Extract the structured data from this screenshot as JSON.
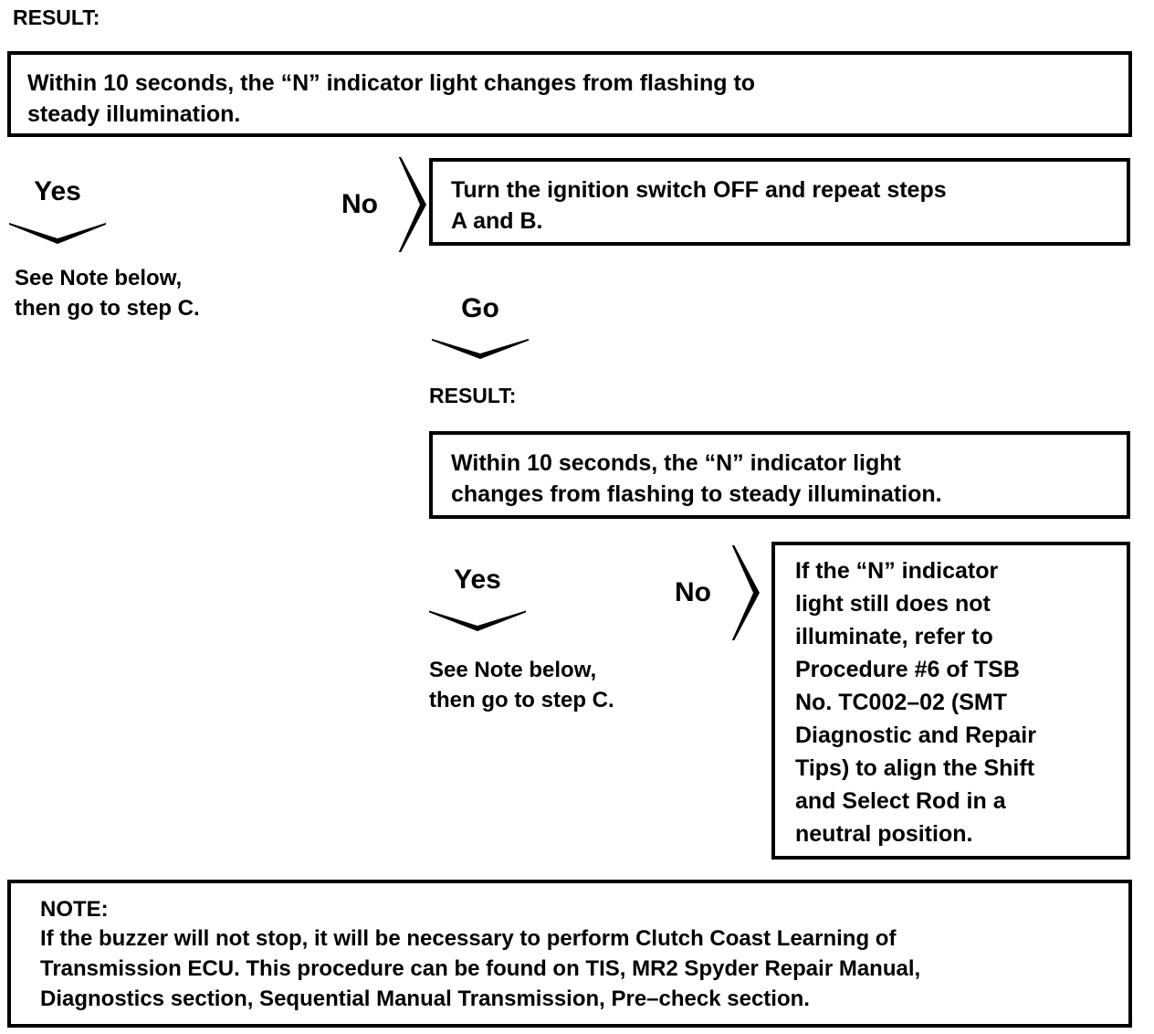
{
  "document": {
    "kind": "diagnostic-flowchart",
    "ink_color": "#000000",
    "paper_color": "#ffffff"
  },
  "step1": {
    "result_label": "RESULT:",
    "result_box_text": "Within 10 seconds, the “N” indicator light changes from flashing to\nsteady illumination.",
    "yes_flag": "Yes",
    "yes_caption": "See Note below,\nthen go to step C.",
    "no_flag": "No",
    "no_box_text": "Turn the ignition switch OFF and repeat steps\nA and B."
  },
  "step2": {
    "go_flag": "Go",
    "result_label": "RESULT:",
    "result_box_text": "Within 10 seconds, the “N” indicator light\nchanges from flashing to steady illumination.",
    "yes_flag": "Yes",
    "yes_caption": "See Note below,\nthen go to step C.",
    "no_flag": "No",
    "no_box_text": "If the “N” indicator\nlight still does not\nilluminate, refer to\nProcedure #6 of TSB\nNo. TC002–02 (SMT\nDiagnostic and Repair\nTips) to align the Shift\nand Select Rod in a\nneutral position."
  },
  "note": {
    "title": "NOTE:",
    "body": "If the buzzer will not stop, it will be necessary to perform Clutch Coast Learning of\nTransmission ECU.  This procedure can be found on TIS, MR2 Spyder Repair Manual,\nDiagnostics section, Sequential Manual Transmission, Pre–check section."
  }
}
